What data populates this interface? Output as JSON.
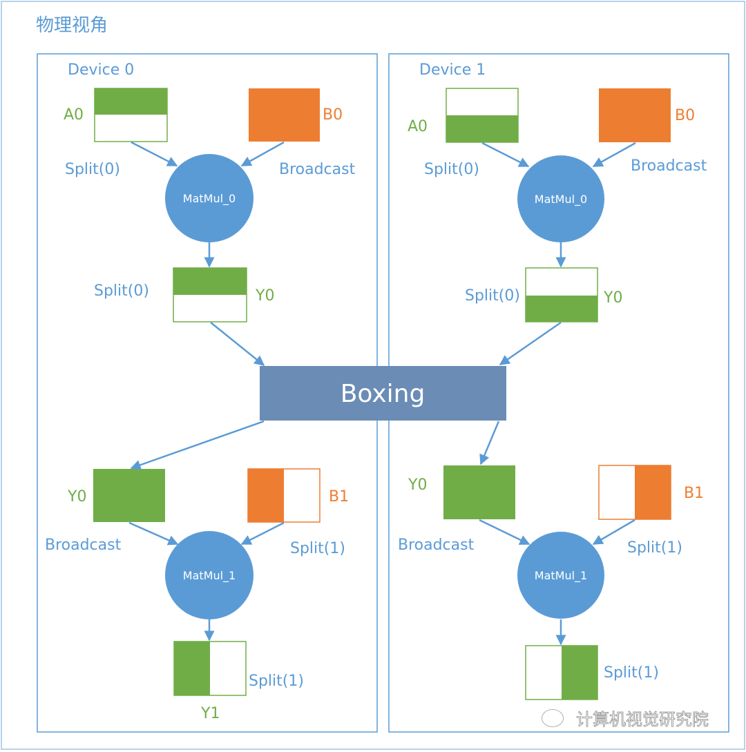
{
  "title": "物理视角",
  "devices": [
    {
      "name": "Device 0",
      "a_label": "A0",
      "a_split": "Split(0)",
      "b_label": "B0",
      "b_mode": "Broadcast",
      "matmul0": "MatMul_0",
      "y0_split": "Split(0)",
      "y0_label": "Y0",
      "y0b_label": "Y0",
      "y0b_mode": "Broadcast",
      "b1_label": "B1",
      "b1_split": "Split(1)",
      "matmul1": "MatMul_1",
      "y1_split": "Split(1)",
      "y1_label": "Y1"
    },
    {
      "name": "Device 1",
      "a_label": "A0",
      "a_split": "Split(0)",
      "b_label": "B0",
      "b_mode": "Broadcast",
      "matmul0": "MatMul_0",
      "y0_split": "Split(0)",
      "y0_label": "Y0",
      "y0b_label": "Y0",
      "y0b_mode": "Broadcast",
      "b1_label": "B1",
      "b1_split": "Split(1)",
      "matmul1": "MatMul_1",
      "y1_split": "Split(1)"
    }
  ],
  "boxing": "Boxing",
  "watermark": "计算机视觉研究院",
  "colors": {
    "green": "#70ad47",
    "orange": "#ed7d31",
    "blue_node": "#5b9bd5",
    "boxing": "#6a8cb5",
    "border": "#9dc3e6"
  }
}
